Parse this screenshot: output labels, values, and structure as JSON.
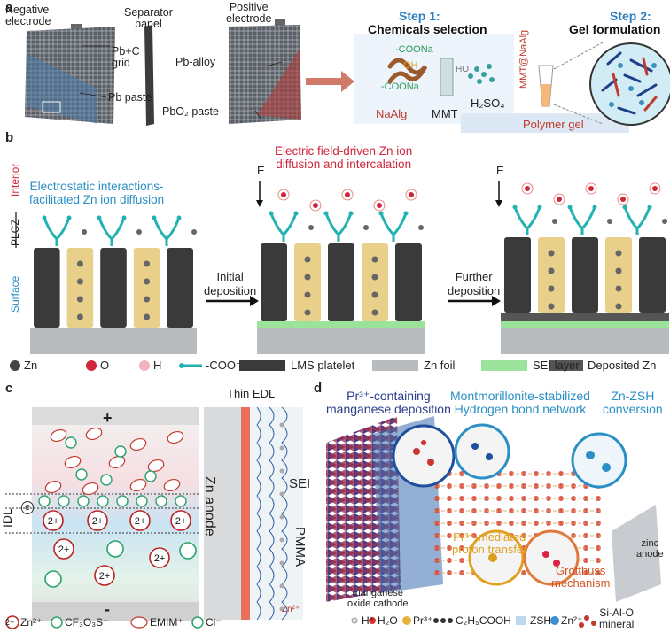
{
  "panel_a": {
    "letter": "a",
    "negative_electrode": "Negative\nelectrode",
    "separator": "Separator\npanel",
    "positive_electrode": "Positive\nelectrode",
    "pbc_grid": "Pb+C\ngrid",
    "pb_paste": "Pb paste",
    "pb_alloy": "Pb-alloy",
    "pbo2_paste": "PbO₂ paste",
    "step1_title": "Step 1:",
    "step1_sub": "Chemicals selection",
    "step2_title": "Step 2:",
    "step2_sub": "Gel formulation",
    "coona_top": "-COONa",
    "coona_bottom": "-COONa",
    "naalg": "NaAlg",
    "mmt": "MMT",
    "h2so4": "H₂SO₄",
    "mmt_naalg": "MMT@NaAlg",
    "polymer_gel": "Polymer gel",
    "oh": "OH",
    "ho": "HO"
  },
  "panel_b": {
    "letter": "b",
    "interior": "Interior",
    "plcz": "PLCZ",
    "surface": "Surface",
    "electrostatic": "Electrostatic interactions-\nfacilitated Zn ion diffusion",
    "electric_field": "Electric field-driven Zn ion\ndiffusion and intercalation",
    "e_label": "E",
    "initial": "Initial\ndeposition",
    "further": "Further\ndeposition",
    "legend": {
      "zn": "Zn",
      "o": "O",
      "h": "H",
      "coo": "-COO⁻",
      "lms": "LMS platelet",
      "znfoil": "Zn foil",
      "sei": "SEI layer",
      "deposited": "Deposited Zn"
    },
    "colors": {
      "platelet": "#3a3a3a",
      "bulk": "#e8cf8a",
      "foil": "#b9bcbf",
      "sei": "#9be39b",
      "cyan": "#22b2b2"
    }
  },
  "panel_c": {
    "letter": "c",
    "plus": "+",
    "minus": "-",
    "idl": "IDL",
    "e_circle": "e",
    "thin_edl": "Thin EDL",
    "zn_anode": "Zn anode",
    "sei": "SEI",
    "pmma": "PMMA",
    "zn2": "Zn²⁺",
    "ion2": "2+",
    "legend": {
      "zn2": "Zn²⁺",
      "cf3so3": "CF₃O₃S⁻",
      "emim": "EMIM⁺",
      "cl": "Cl⁻"
    }
  },
  "panel_d": {
    "letter": "d",
    "pr_title": "Pr³⁺-containing\nmanganese deposition",
    "mmt_title": "Montmorillonite-stabilized\nHydrogen bond network",
    "znzsh_title": "Zn-ZSH\nconversion",
    "pr_proton": "Pr³⁺-mediated\nproton transfer",
    "grotthuss": "Grotthuss\nmechanism",
    "zinc_anode": "zinc\nanode",
    "mn_cathode": "manganese\noxide cathode",
    "legend": {
      "h": "H⁺",
      "h2o": "H₂O",
      "pr": "Pr³⁺",
      "c2h5cooh": "C₂H₅COOH",
      "zsh": "ZSH",
      "zn2": "Zn²⁺",
      "sialo": "Si-Al-O\nmineral"
    }
  }
}
